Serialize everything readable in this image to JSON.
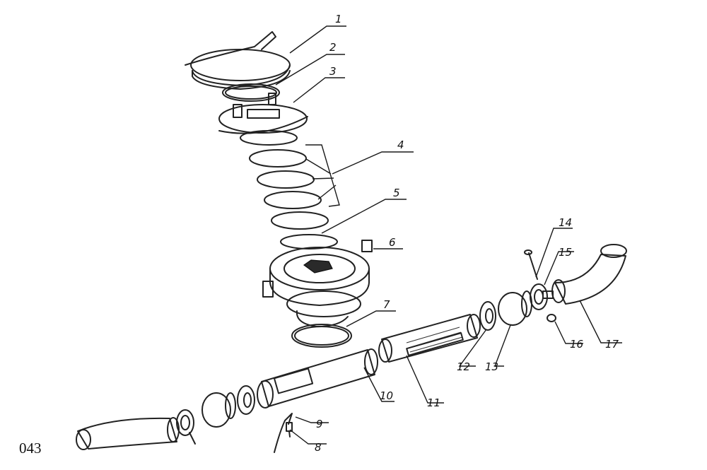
{
  "sheet_number": "043",
  "callouts": [
    "1",
    "2",
    "3",
    "4",
    "5",
    "6",
    "7",
    "8",
    "9",
    "10",
    "11",
    "12",
    "13",
    "14",
    "15",
    "16",
    "17"
  ]
}
